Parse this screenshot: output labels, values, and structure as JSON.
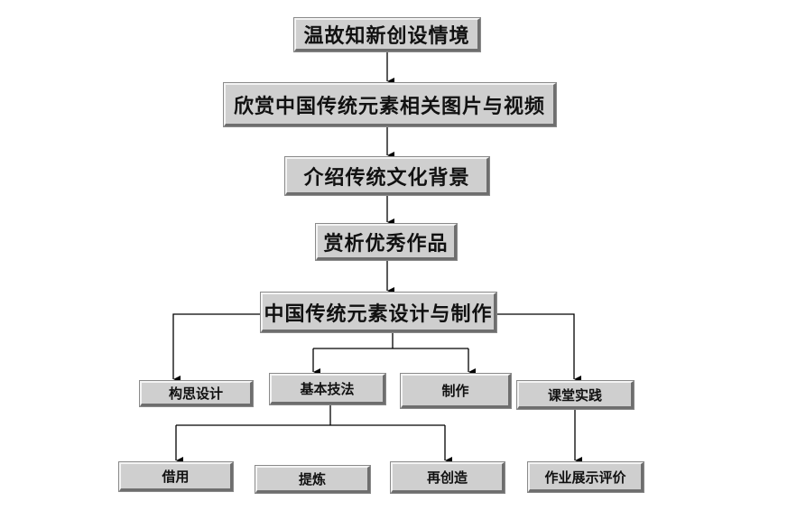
{
  "flow": {
    "step1": "温故知新创设情境",
    "step2": "欣赏中国传统元素相关图片与视频",
    "step3": "介绍传统文化背景",
    "step4": "赏析优秀作品",
    "step5": "中国传统元素设计与制作"
  },
  "branches": {
    "concept": "构思设计",
    "technique": "基本技法",
    "making": "制作",
    "practice": "课堂实践"
  },
  "techniques": {
    "borrow": "借用",
    "refine": "提炼",
    "recreate": "再创造"
  },
  "evaluation": "作业展示评价",
  "colors": {
    "box_fill": "#cfcfcf",
    "line": "#000000"
  }
}
